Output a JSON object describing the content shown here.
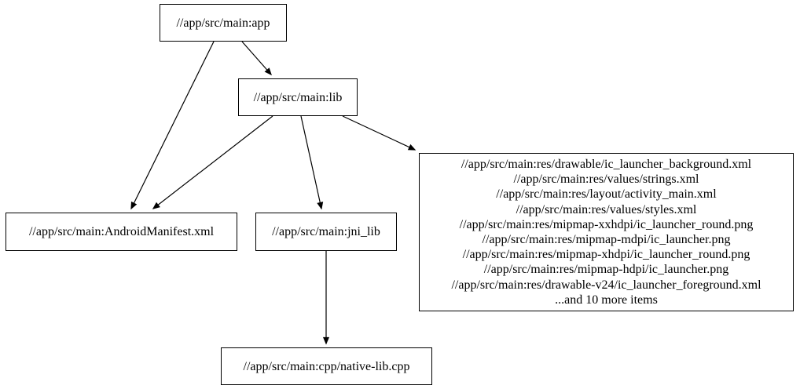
{
  "diagram": {
    "type": "dependency-graph",
    "style": "graphviz-digraph",
    "colors": {
      "background": "#ffffff",
      "node_fill": "#ffffff",
      "node_border": "#000000",
      "edge": "#000000",
      "text": "#000000"
    },
    "nodes": {
      "app": {
        "label": "//app/src/main:app"
      },
      "lib": {
        "label": "//app/src/main:lib"
      },
      "manifest": {
        "label": "//app/src/main:AndroidManifest.xml"
      },
      "jni_lib": {
        "label": "//app/src/main:jni_lib"
      },
      "native_lib": {
        "label": "//app/src/main:cpp/native-lib.cpp"
      },
      "resources": {
        "lines": [
          "//app/src/main:res/drawable/ic_launcher_background.xml",
          "//app/src/main:res/values/strings.xml",
          "//app/src/main:res/layout/activity_main.xml",
          "//app/src/main:res/values/styles.xml",
          "//app/src/main:res/mipmap-xxhdpi/ic_launcher_round.png",
          "//app/src/main:res/mipmap-mdpi/ic_launcher.png",
          "//app/src/main:res/mipmap-xhdpi/ic_launcher_round.png",
          "//app/src/main:res/mipmap-hdpi/ic_launcher.png",
          "//app/src/main:res/drawable-v24/ic_launcher_foreground.xml",
          "...and 10 more items"
        ]
      }
    },
    "edges": [
      {
        "from": "//app/src/main:app",
        "to": "//app/src/main:lib"
      },
      {
        "from": "//app/src/main:app",
        "to": "//app/src/main:AndroidManifest.xml"
      },
      {
        "from": "//app/src/main:lib",
        "to": "//app/src/main:AndroidManifest.xml"
      },
      {
        "from": "//app/src/main:lib",
        "to": "//app/src/main:jni_lib"
      },
      {
        "from": "//app/src/main:lib",
        "to": "resources-group"
      },
      {
        "from": "//app/src/main:jni_lib",
        "to": "//app/src/main:cpp/native-lib.cpp"
      }
    ]
  }
}
